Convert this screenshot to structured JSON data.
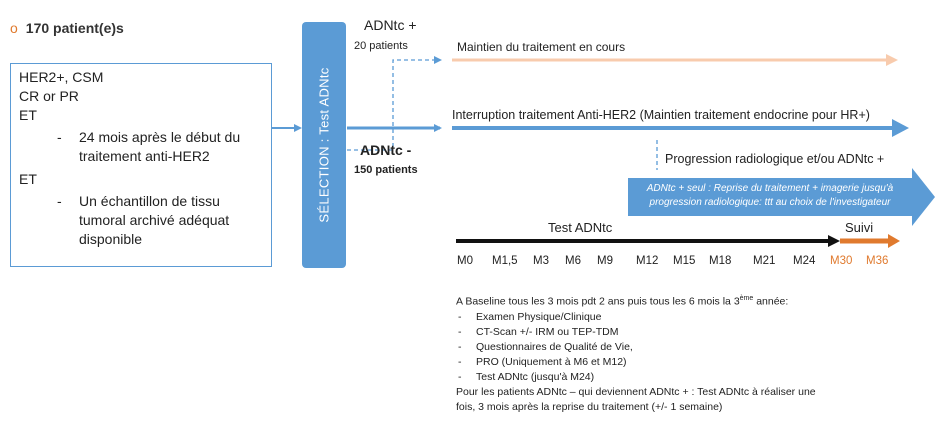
{
  "header": {
    "bullet": "o",
    "text": "170 patient(e)s"
  },
  "criteria": {
    "line1": "HER2+, CSM",
    "line2": "CR or PR",
    "et1": "ET",
    "sub1": "24 mois après le début du traitement anti-HER2",
    "et2": "ET",
    "sub2": "Un échantillon de tissu tumoral archivé adéquat disponible",
    "dash": "-"
  },
  "selection": {
    "label": "SÉLECTION : Test ADNtc"
  },
  "branches": {
    "positive": {
      "title": "ADNtc +",
      "count": "20 patients",
      "action": "Maintien du traitement en cours"
    },
    "negative": {
      "title": "ADNtc -",
      "count": "150 patients",
      "action": "Interruption traitement Anti-HER2 (Maintien traitement endocrine pour HR+)"
    },
    "progression": "Progression radiologique et/ou ADNtc +",
    "blue_box_line1": "ADNtc + seul : Reprise du traitement + imagerie jusqu'à",
    "blue_box_line2": "progression radiologique: ttt au choix de l'investigateur"
  },
  "timeline": {
    "test_label": "Test ADNtc",
    "follow_label": "Suivi",
    "ticks": [
      "M0",
      "M1,5",
      "M3",
      "M6",
      "M9",
      "M12",
      "M15",
      "M18",
      "M21",
      "M24"
    ],
    "follow_ticks": [
      "M30",
      "M36"
    ]
  },
  "notes": {
    "intro_a": "A Baseline tous les 3 mois pdt 2 ans puis tous les 6 mois la 3",
    "intro_sup": "ème",
    "intro_b": " année:",
    "items": [
      "Examen Physique/Clinique",
      "CT-Scan +/- IRM ou TEP-TDM",
      "Questionnaires de Qualité de Vie,",
      "PRO (Uniquement à M6 et M12)",
      "Test ADNtc (jusqu'à M24)"
    ],
    "footer_line1": "Pour les patients ADNtc – qui deviennent ADNtc + : Test ADNtc à réaliser une",
    "footer_line2": "fois, 3 mois après la reprise du traitement (+/- 1 semaine)"
  },
  "colors": {
    "blue": "#5b9bd5",
    "orange": "#e07a2e",
    "peach": "#f8cbad"
  }
}
